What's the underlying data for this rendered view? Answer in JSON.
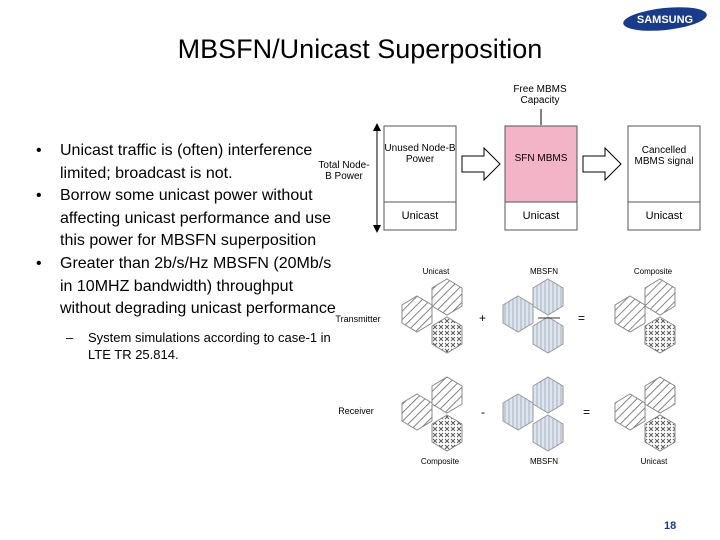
{
  "slide": {
    "title": "MBSFN/Unicast Superposition",
    "logo_text": "SAMSUNG",
    "page_number": "18"
  },
  "bullets": [
    "Unicast traffic is (often) interference limited; broadcast is not.",
    "Borrow some unicast power without affecting unicast performance and use this power for MBSFN superposition",
    "Greater than 2b/s/Hz MBSFN (20Mb/s in 10MHZ bandwidth) throughput without degrading unicast performance"
  ],
  "sub_bullet": "System simulations according to case-1 in LTE TR 25.814.",
  "power_diagram": {
    "free_capacity_label": "Free MBMS Capacity",
    "total_power_label": "Total Node-B Power",
    "col1_top": "Unused Node-B Power",
    "col1_bottom": "Unicast",
    "col2_top": "SFN MBMS",
    "col2_bottom": "Unicast",
    "col3_top": "Cancelled MBMS signal",
    "col3_bottom": "Unicast",
    "colors": {
      "sfn_highlight": "#f4b4c8",
      "box_border": "#555555",
      "arrow_fill": "#ffffff"
    }
  },
  "cell_diagram": {
    "header_unicast": "Unicast",
    "header_mbsfn": "MBSFN",
    "header_composite": "Composite",
    "transmitter_label": "Transmitter",
    "receiver_label": "Receiver",
    "plus_sign": "+",
    "minus_sign": "-",
    "equals_sign": "=",
    "footer_composite": "Composite",
    "footer_mbsfn": "MBSFN",
    "footer_unicast": "Unicast"
  }
}
